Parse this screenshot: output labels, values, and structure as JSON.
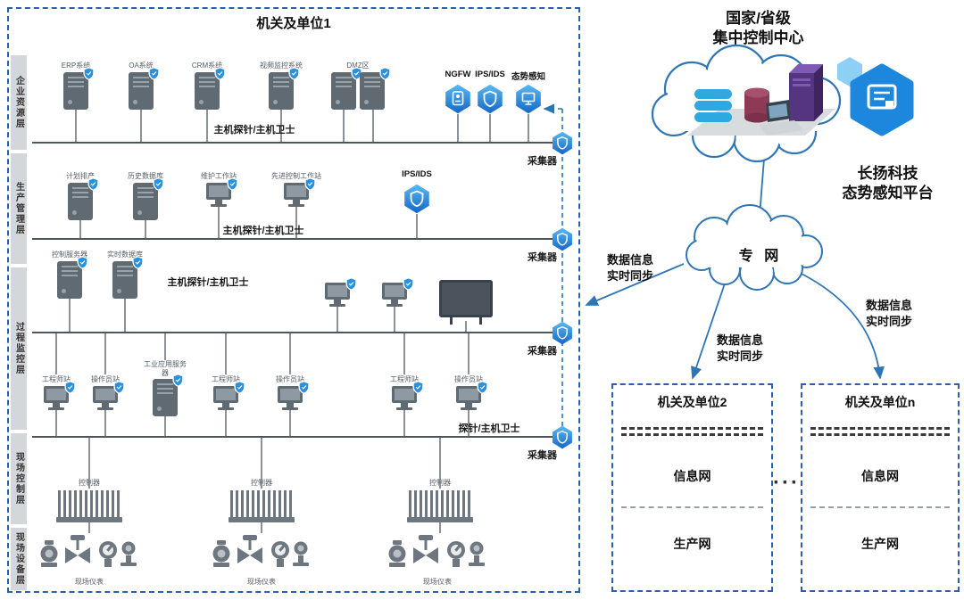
{
  "unit1": {
    "title": "机关及单位1",
    "layers": [
      "企业资源层",
      "生产管理层",
      "过程监控层",
      "现场控制层",
      "现场设备层"
    ],
    "row1": {
      "systems": [
        "ERP系统",
        "OA系统",
        "CRM系统",
        "视频监控系统",
        "DMZ区"
      ],
      "probe_label": "主机探针/主机卫士",
      "security": [
        "NGFW",
        "IPS/IDS",
        "态势感知"
      ],
      "collector": "采集器"
    },
    "row2": {
      "servers": [
        "计划排产",
        "历史数据库"
      ],
      "stations": [
        "维护工作站",
        "先进控制工作站"
      ],
      "probe_label": "主机探针/主机卫士",
      "ips_label": "IPS/IDS",
      "collector": "采集器"
    },
    "row3": {
      "servers": [
        "控制服务器",
        "实时数据库"
      ],
      "probe_label": "主机探针/主机卫士",
      "collector": "采集器"
    },
    "row4": {
      "stations": [
        "工程师站",
        "操作员站",
        "工程师站",
        "操作员站",
        "工程师站",
        "操作员站"
      ],
      "app_server": "工业应用服务器",
      "probe_label": "探针/主机卫士",
      "collector": "采集器"
    },
    "row5": {
      "controllers": [
        "控制器",
        "控制器",
        "控制器"
      ]
    },
    "row6": {
      "instruments": [
        "现场仪表",
        "现场仪表",
        "现场仪表"
      ]
    }
  },
  "right": {
    "center_title": "国家/省级\n集中控制中心",
    "platform_title": "长扬科技\n态势感知平台",
    "private_net": "专 网",
    "sync_labels": [
      "数据信息\n实时同步",
      "数据信息\n实时同步",
      "数据信息\n实时同步"
    ],
    "unit2": {
      "title": "机关及单位2",
      "sections": [
        "信息网",
        "生产网"
      ]
    },
    "unitn": {
      "title": "机关及单位n",
      "sections": [
        "信息网",
        "生产网"
      ]
    },
    "dots": "···"
  }
}
